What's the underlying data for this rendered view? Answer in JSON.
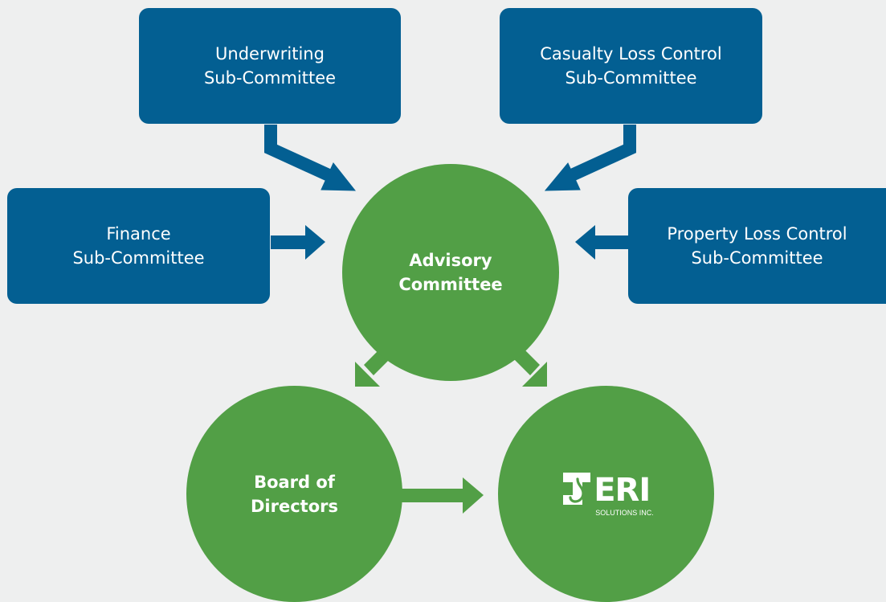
{
  "colors": {
    "box": "#035f92",
    "circle": "#529f46",
    "background": "#eeefef"
  },
  "sub_committees": {
    "underwriting": {
      "line1": "Underwriting",
      "line2": "Sub-Committee"
    },
    "casualty": {
      "line1": "Casualty Loss Control",
      "line2": "Sub-Committee"
    },
    "finance": {
      "line1": "Finance",
      "line2": "Sub-Committee"
    },
    "property": {
      "line1": "Property Loss Control",
      "line2": "Sub-Committee"
    }
  },
  "advisory": {
    "line1": "Advisory",
    "line2": "Committee"
  },
  "board": {
    "line1": "Board of",
    "line2": "Directors"
  },
  "logo": {
    "wordmark": "ERI",
    "tagline": "SOLUTIONS INC."
  }
}
